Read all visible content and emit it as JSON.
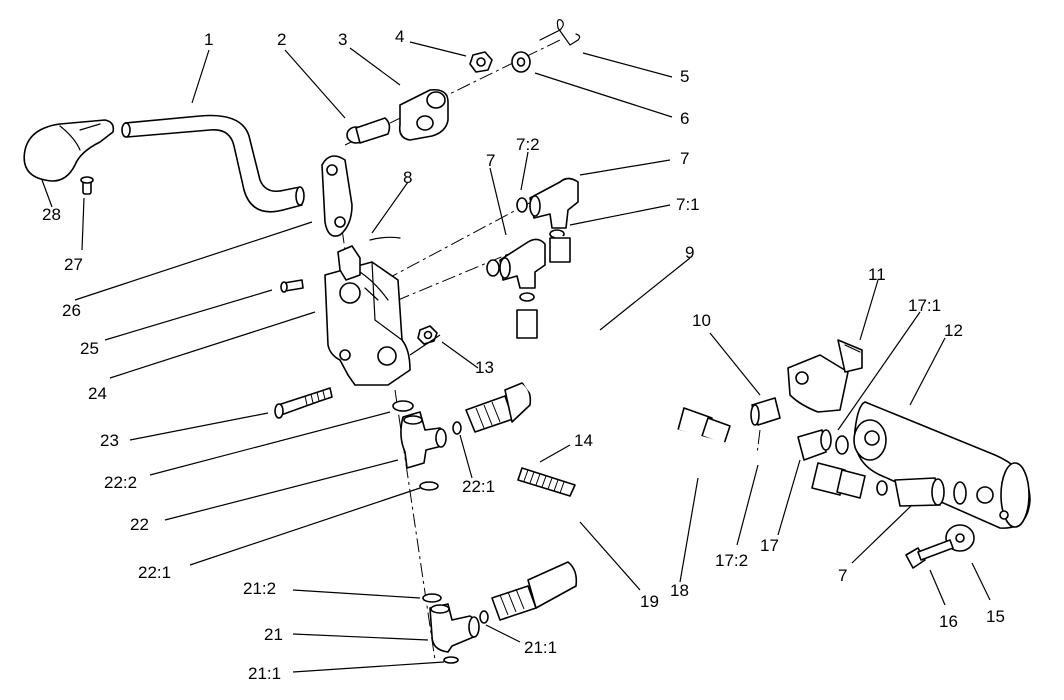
{
  "labels": {
    "c1": "1",
    "c2": "2",
    "c3": "3",
    "c4": "4",
    "c5": "5",
    "c6": "6",
    "c7a": "7",
    "c7b": "7",
    "c7c": "7",
    "c7_2": "7:2",
    "c7_1": "7:1",
    "c8": "8",
    "c9": "9",
    "c10": "10",
    "c11": "11",
    "c12": "12",
    "c13": "13",
    "c14": "14",
    "c15": "15",
    "c16": "16",
    "c17": "17",
    "c17_1": "17:1",
    "c17_2": "17:2",
    "c18": "18",
    "c19": "19",
    "c21": "21",
    "c21_1a": "21:1",
    "c21_1b": "21:1",
    "c21_2": "21:2",
    "c22": "22",
    "c22_1a": "22:1",
    "c22_1b": "22:1",
    "c22_2": "22:2",
    "c23": "23",
    "c24": "24",
    "c25": "25",
    "c26": "26",
    "c27": "27",
    "c28": "28"
  }
}
